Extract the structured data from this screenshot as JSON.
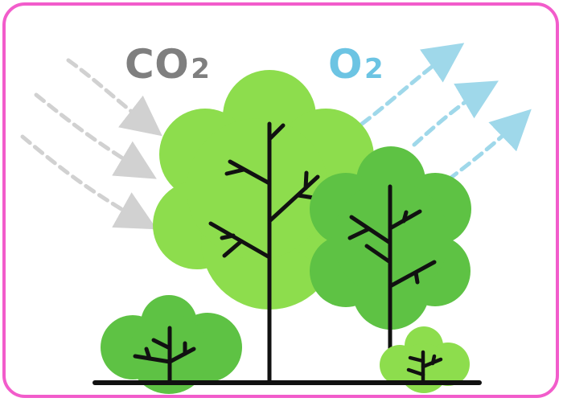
{
  "labels": {
    "co2_main": "CO",
    "co2_sub": "2",
    "o2_main": "O",
    "o2_sub": "2"
  },
  "colors": {
    "frame": "#f25ccb",
    "co2_text": "#7f7f7f",
    "o2_text": "#6cc4e3",
    "incoming_arrow": "#d1d1d1",
    "outgoing_arrow": "#9fd8ea",
    "tree_light": "#8ddd4d",
    "tree_dark": "#5ec244",
    "branch": "#111111"
  },
  "icons": {
    "incoming": "dashed-arrow-icon",
    "outgoing": "dashed-arrow-icon",
    "trees": [
      "large-tree-icon",
      "medium-tree-icon",
      "small-bush-icon",
      "tiny-bush-icon"
    ]
  }
}
